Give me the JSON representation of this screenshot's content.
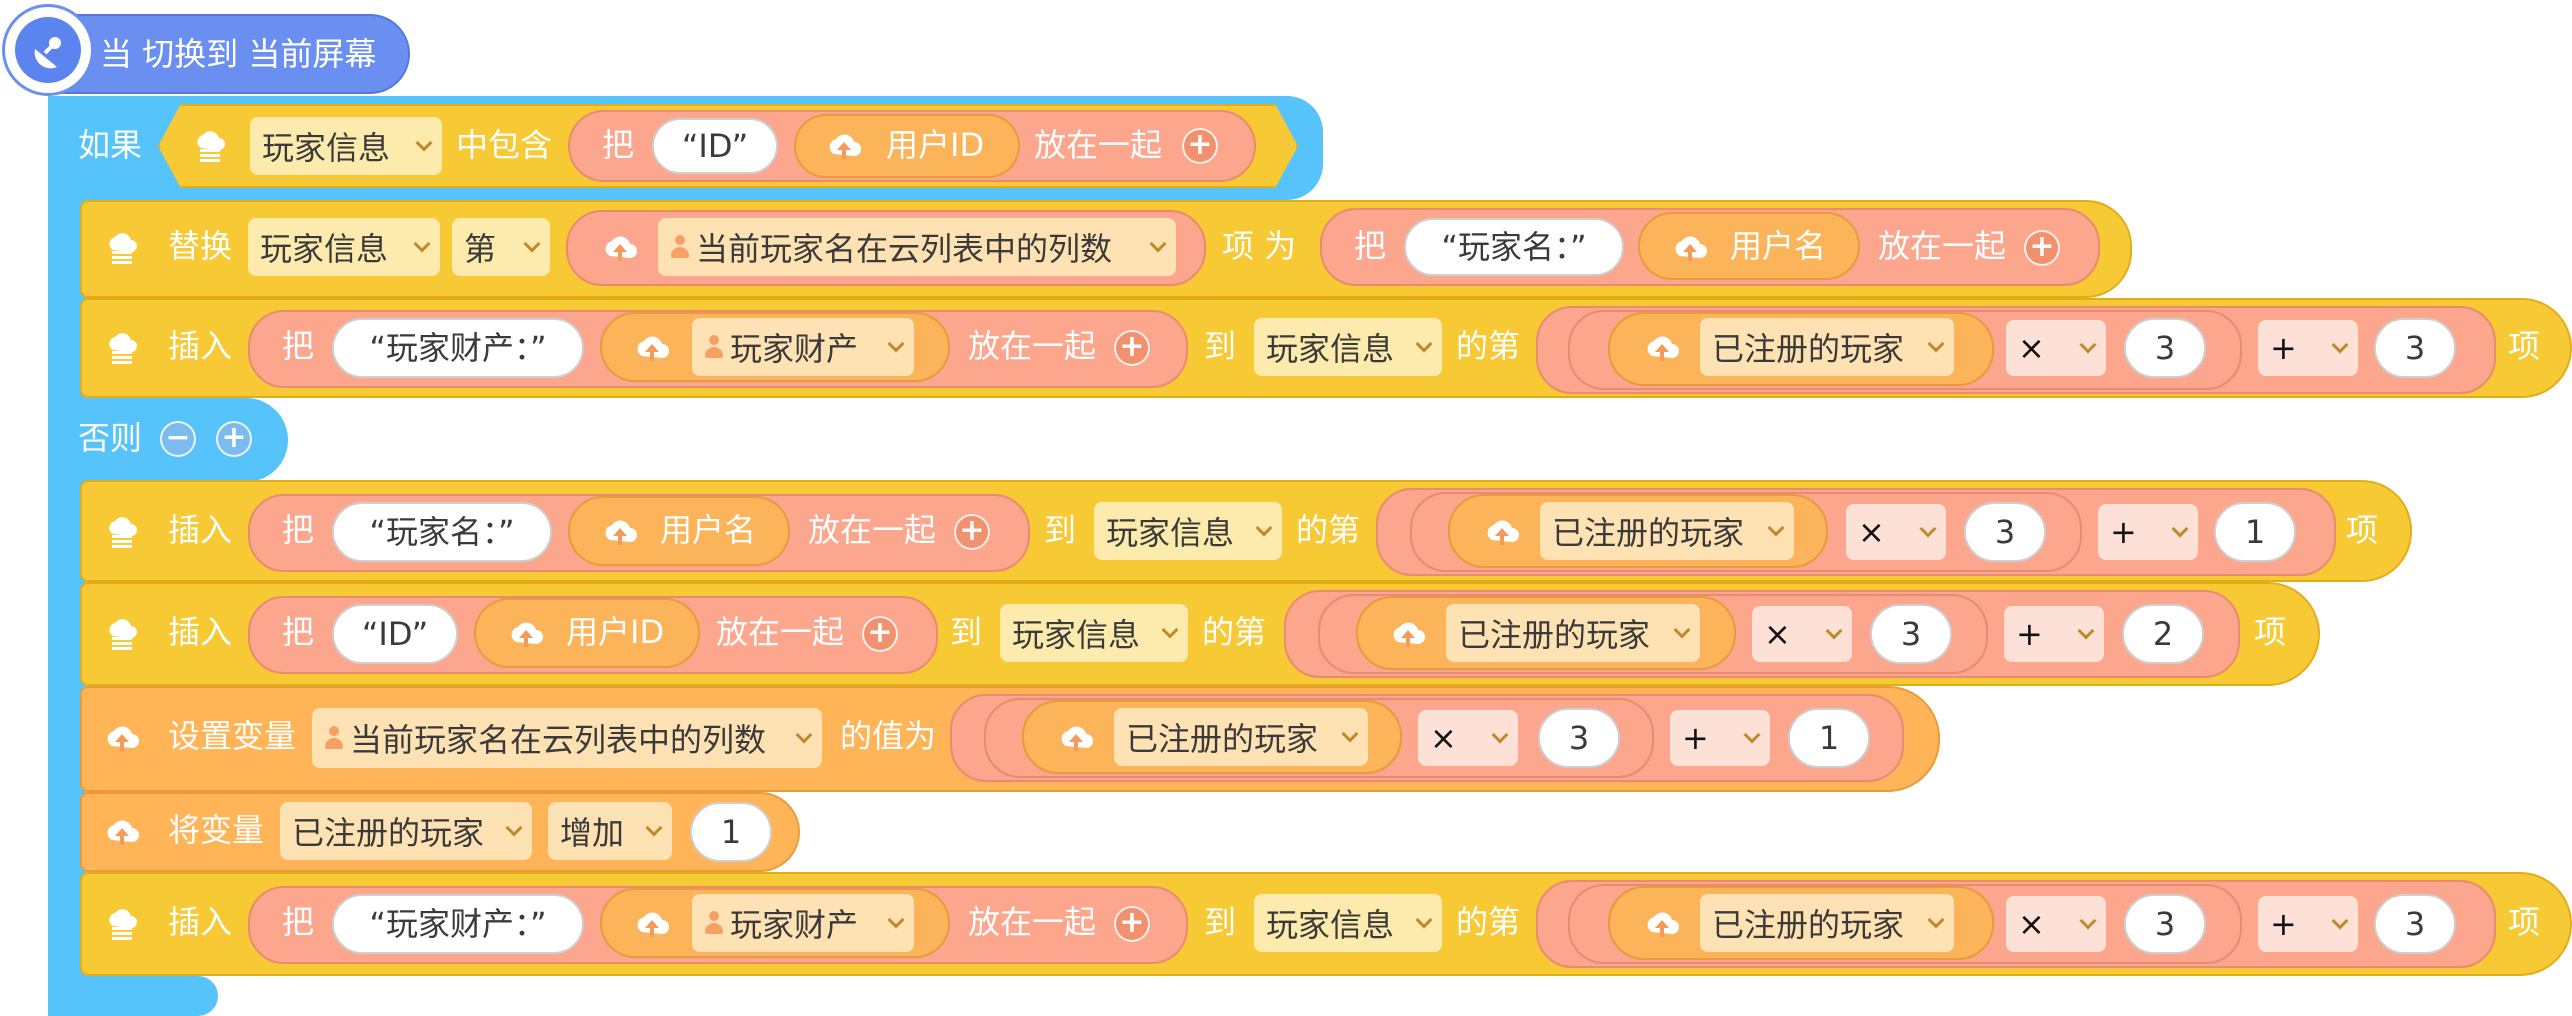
{
  "hat": {
    "label": "当 切换到 当前屏幕"
  },
  "if_block": {
    "if_label": "如果",
    "list": "玩家信息",
    "contains": "中包含",
    "join_prefix": "把",
    "id_text": "“ID”",
    "user_id": "用户ID",
    "join_suffix": "放在一起"
  },
  "replace_block": {
    "label": "替换",
    "list": "玩家信息",
    "index_word": "第",
    "var": "当前玩家名在云列表中的列数",
    "item_as": "项 为",
    "join_prefix": "把",
    "text": "“玩家名：”",
    "user_name": "用户名",
    "join_suffix": "放在一起"
  },
  "insert1": {
    "label": "插入",
    "join_prefix": "把",
    "text": "“玩家财产：”",
    "var": "玩家财产",
    "join_suffix": "放在一起",
    "to": "到",
    "list": "玩家信息",
    "de_di": "的第",
    "reg": "已注册的玩家",
    "op1": "×",
    "n1": "3",
    "op2": "+",
    "n2": "3",
    "item": "项"
  },
  "else_block": {
    "label": "否则",
    "minus": "−",
    "plus": "+"
  },
  "insert2": {
    "label": "插入",
    "join_prefix": "把",
    "text": "“玩家名：”",
    "user_name": "用户名",
    "join_suffix": "放在一起",
    "to": "到",
    "list": "玩家信息",
    "de_di": "的第",
    "reg": "已注册的玩家",
    "op1": "×",
    "n1": "3",
    "op2": "+",
    "n2": "1",
    "item": "项"
  },
  "insert3": {
    "label": "插入",
    "join_prefix": "把",
    "text": "“ID”",
    "user_id": "用户ID",
    "join_suffix": "放在一起",
    "to": "到",
    "list": "玩家信息",
    "de_di": "的第",
    "reg": "已注册的玩家",
    "op1": "×",
    "n1": "3",
    "op2": "+",
    "n2": "2",
    "item": "项"
  },
  "setvar": {
    "label": "设置变量",
    "var": "当前玩家名在云列表中的列数",
    "value_of": "的值为",
    "reg": "已注册的玩家",
    "op1": "×",
    "n1": "3",
    "op2": "+",
    "n2": "1"
  },
  "changevar": {
    "label": "将变量",
    "var": "已注册的玩家",
    "mode": "增加",
    "n": "1"
  },
  "insert4": {
    "label": "插入",
    "join_prefix": "把",
    "text": "“玩家财产：”",
    "var": "玩家财产",
    "join_suffix": "放在一起",
    "to": "到",
    "list": "玩家信息",
    "de_di": "的第",
    "reg": "已注册的玩家",
    "op1": "×",
    "n1": "3",
    "op2": "+",
    "n2": "3",
    "item": "项"
  },
  "plus_sign": "+",
  "colors": {
    "hat": "#6a8ff0",
    "rail": "#56c3fa",
    "block": "#f7c934",
    "variable_block": "#ffb557",
    "join": "#fba68d"
  },
  "icons": {
    "hat": "satellite-icon",
    "cloud_list": "cloud-list-icon",
    "cloud_upload": "cloud-upload-icon",
    "person": "person-icon"
  }
}
